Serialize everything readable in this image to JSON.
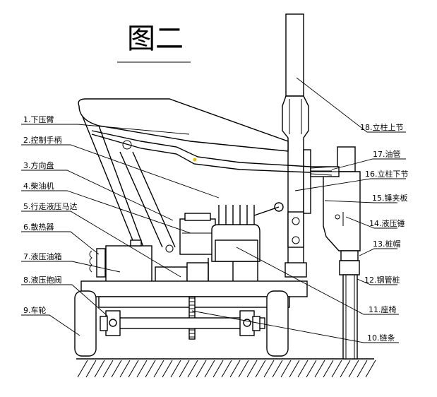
{
  "title": "图二",
  "labels": {
    "l1": "1.下压臂",
    "l2": "2.控制手柄",
    "l3": "3.方向盘",
    "l4": "4.柴油机",
    "l5": "5.行走液压马达",
    "l6": "6.散热器",
    "l7": "7.液压油箱",
    "l8": "8.液压抱阀",
    "l9": "9.车轮",
    "l10": "10.链条",
    "l11": "11.座椅",
    "l12": "12.钢管桩",
    "l13": "13.桩帽",
    "l14": "14.液压锤",
    "l15": "15.锤夹板",
    "l16": "16.立柱下节",
    "l17": "17.油管",
    "l18": "18.立柱上节"
  },
  "colors": {
    "line": "#000000",
    "background": "#ffffff",
    "accent": "#e8c000"
  }
}
